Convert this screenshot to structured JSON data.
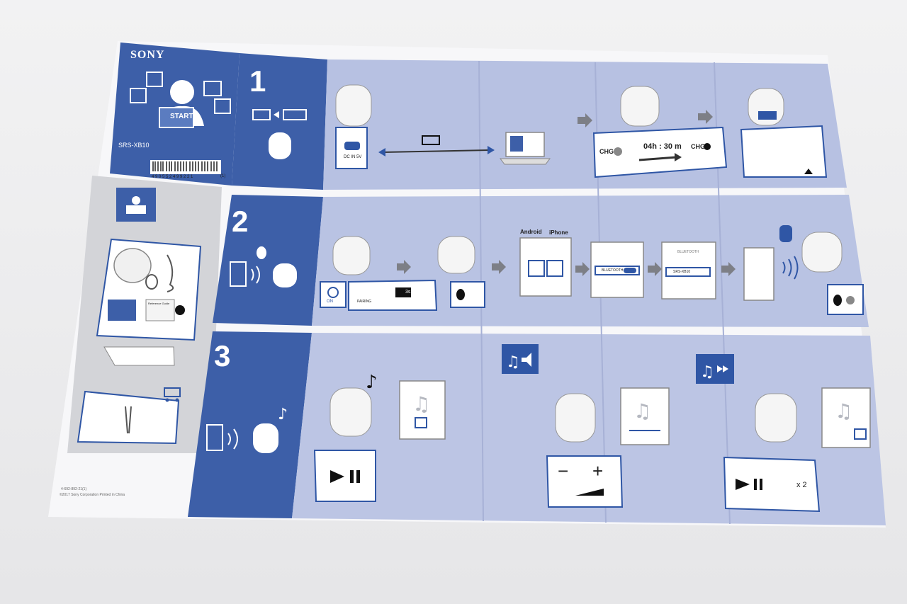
{
  "brand": "SONY",
  "start_label": "START",
  "model": "SRS-XB10",
  "barcode_number": "4 9 0 5 5 2 4 9 9 2 2 1",
  "barcode_suffix": "(1)",
  "steps": [
    "1",
    "2",
    "3"
  ],
  "step1": {
    "port_label": "DC IN 5V",
    "chg_left": "CHG",
    "charge_time": "04h : 30 m",
    "chg_right": "CHG"
  },
  "step2": {
    "on_label": "ON",
    "pairing_label": "PAIRING",
    "press_time": "3s",
    "android_label": "Android",
    "iphone_label": "iPhone",
    "bluetooth_label": "BLUETOOTH",
    "bluetooth_header": "BLUETOOTH",
    "device_name": "SRS-XB10"
  },
  "step3": {
    "volume_minus": "−",
    "volume_plus": "+",
    "press_count": "x 2"
  },
  "leaflet_labels": {
    "quick_label": "Reference Guide"
  },
  "footer": {
    "code": "4-692-892-21(1)",
    "copyright": "©2017 Sony Corporation   Printed in China"
  },
  "colors": {
    "background": "#eeeeef",
    "sheet": "#f7f7f9",
    "dark_blue": "#3d5fa8",
    "light_blue_panel": "#b9c3e3",
    "gray_panel": "#d2d3d6",
    "accent": "#2f56a5"
  }
}
